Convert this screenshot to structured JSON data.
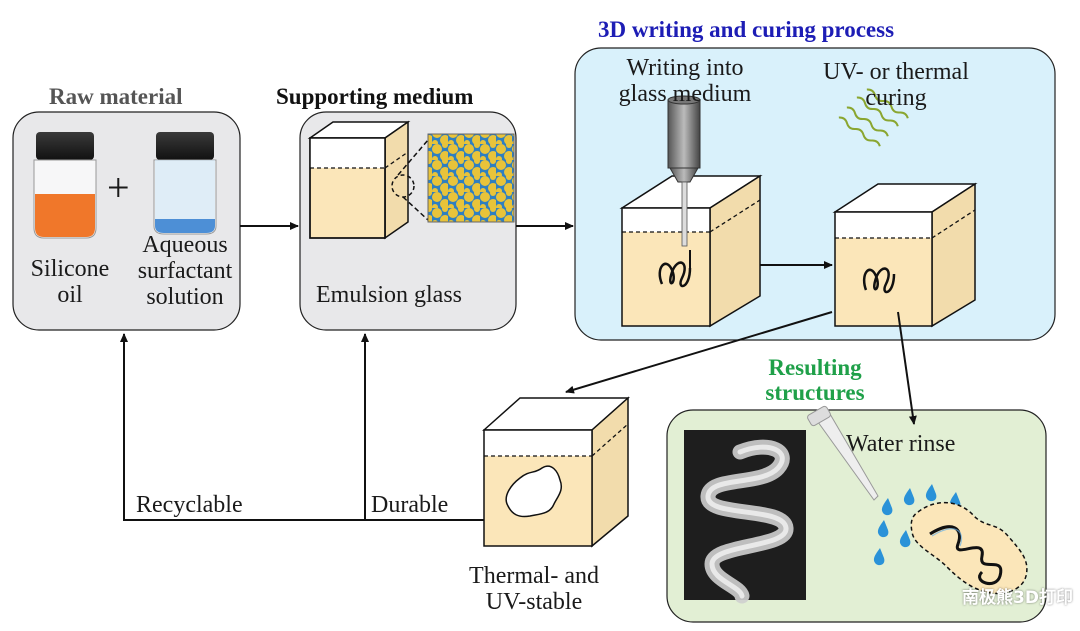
{
  "colors": {
    "panel_gray": "#e8e8ea",
    "panel_blue": "#d9f1fb",
    "panel_green": "#e2efd4",
    "cube_fill": "#fbe6b9",
    "oil_orange": "#f0772a",
    "solution_blue": "#4d8fd6",
    "droplet_yellow": "#e8c33a",
    "droplet_bg": "#2f7fc0",
    "water_drop": "#2a92d8",
    "title_blue": "#1d1db5",
    "title_green": "#1fa049"
  },
  "icons": [
    "vial-icon",
    "emulsion-micrograph-icon",
    "nozzle-icon",
    "heat-wave-icon",
    "pipette-icon",
    "water-drop-icon",
    "helix-photo-icon"
  ],
  "raw_material": {
    "title": "Raw material",
    "plus": "+",
    "oil_label": [
      "Silicone",
      "oil"
    ],
    "surfactant_label": [
      "Aqueous",
      "surfactant",
      "solution"
    ]
  },
  "supporting_medium": {
    "title": "Supporting medium",
    "label": "Emulsion glass"
  },
  "process": {
    "title": "3D writing and curing process",
    "writing_label": [
      "Writing into",
      "glass medium"
    ],
    "curing_label": [
      "UV- or thermal",
      "curing"
    ]
  },
  "results": {
    "title": [
      "Resulting",
      "structures"
    ],
    "rinse_label": "Water rinse"
  },
  "recycle": {
    "recyclable_label": "Recyclable",
    "durable_label": "Durable",
    "stable_label": [
      "Thermal- and",
      "UV-stable"
    ]
  },
  "watermark": "南极熊3D打印"
}
